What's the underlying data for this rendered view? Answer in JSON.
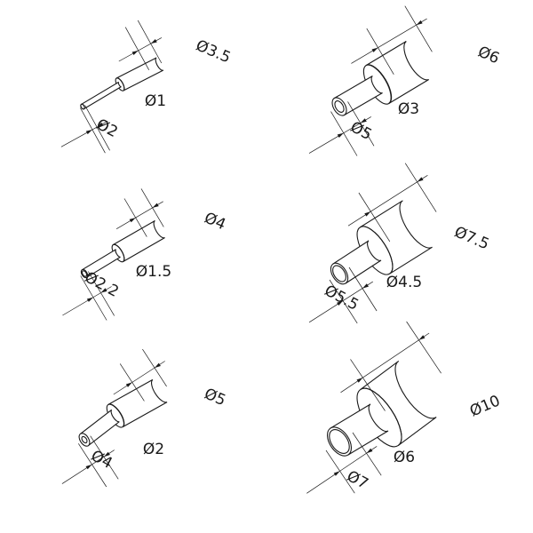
{
  "figures": [
    {
      "outer_label": "Ø3.5",
      "tip_label": "Ø2",
      "bore_label": "Ø1"
    },
    {
      "outer_label": "Ø6",
      "tip_label": "Ø5",
      "bore_label": "Ø3"
    },
    {
      "outer_label": "Ø4",
      "tip_label": "Ø2.2",
      "bore_label": "Ø1.5"
    },
    {
      "outer_label": "Ø7.5",
      "tip_label": "Ø5.5",
      "bore_label": "Ø4.5"
    },
    {
      "outer_label": "Ø5",
      "tip_label": "Ø4",
      "bore_label": "Ø2"
    },
    {
      "outer_label": "Ø10",
      "tip_label": "Ø7",
      "bore_label": "Ø6"
    }
  ],
  "colors": {
    "ink": "#1a1a1a",
    "paper": "#ffffff"
  }
}
